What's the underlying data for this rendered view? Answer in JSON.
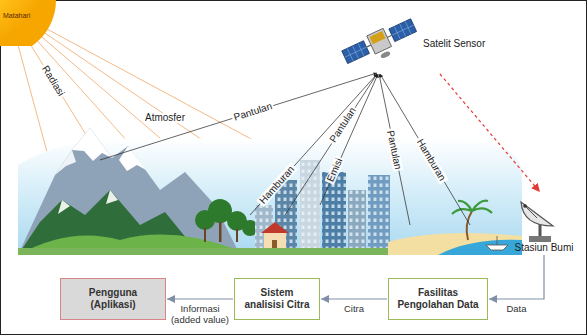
{
  "diagram": {
    "nodes": [
      {
        "text": [
          "Matahari"
        ]
      },
      {
        "text": [
          "Satelit Sensor"
        ]
      },
      {
        "text": [
          "Stasiun Bumi"
        ]
      },
      {
        "text": [
          "Pengguna (Aplikasi)"
        ]
      },
      {
        "text": [
          "Sistem analisisi Citra"
        ]
      },
      {
        "text": [
          "Fasilitas Pengolahan Data"
        ]
      }
    ],
    "edges": [
      {
        "from": 1,
        "to": 2,
        "arrow": "to"
      },
      {
        "from": 2,
        "to": 5,
        "label": "Data",
        "arrow": "to"
      },
      {
        "from": 5,
        "to": 4,
        "label": "Citra",
        "arrow": "to"
      },
      {
        "from": 4,
        "to": 3,
        "label": "Informasi (added value)",
        "arrow": "to"
      }
    ],
    "labels": [
      "Radiasi",
      "Pantulan",
      "Hamburan",
      "Pantulan",
      "Emisi",
      "Pantulan",
      "Hamburan",
      "Atmosfer"
    ]
  }
}
